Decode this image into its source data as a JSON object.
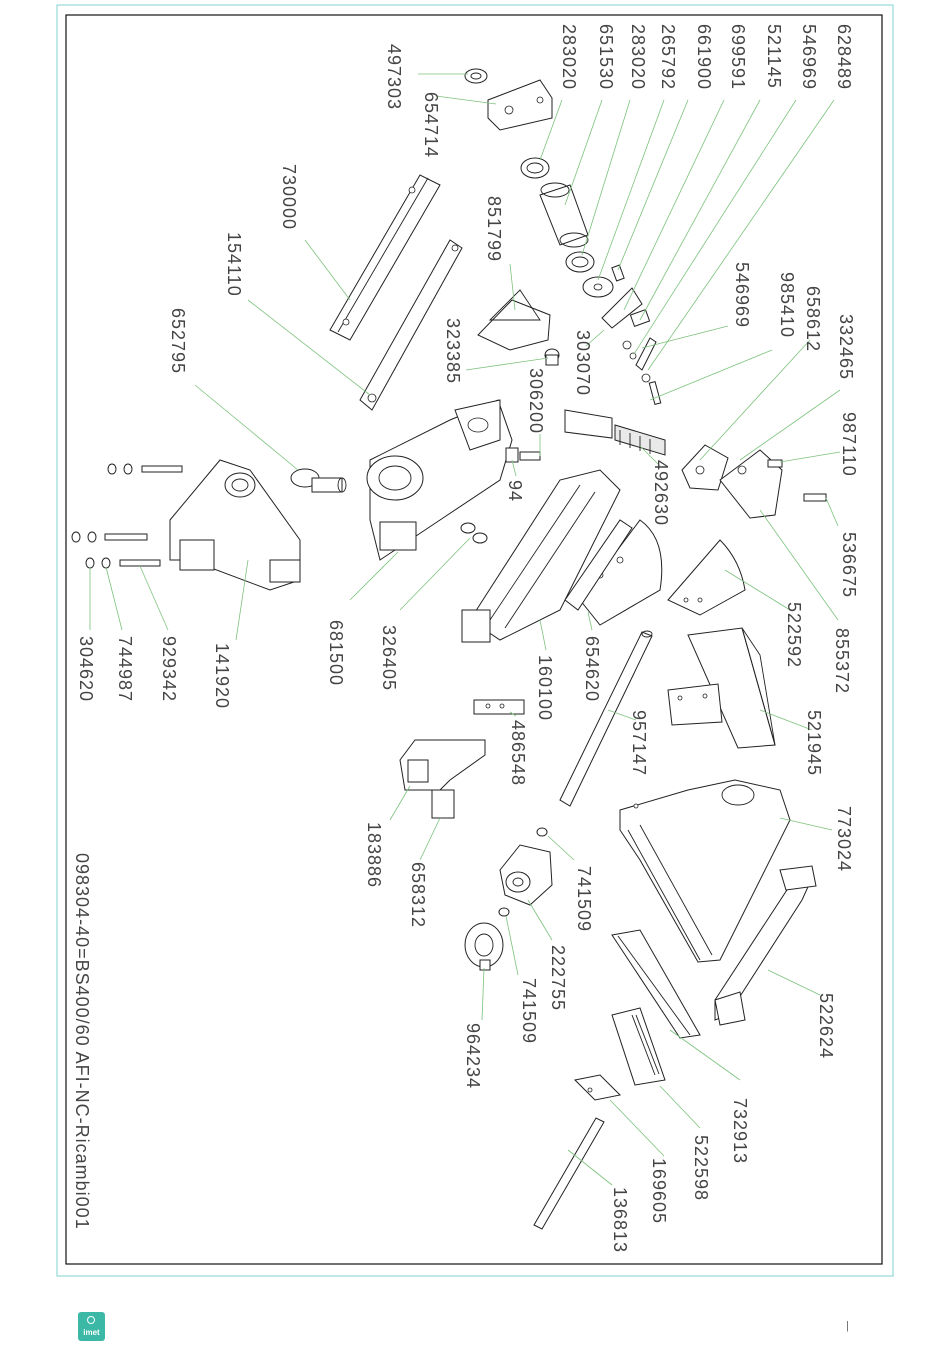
{
  "drawing": {
    "title": "098304-40=BS400/60 AFI-NC-Ricambi001",
    "part_numbers": [
      "497303",
      "654714",
      "283020",
      "651530",
      "283020",
      "265792",
      "661900",
      "699591",
      "521145",
      "546969",
      "628489",
      "730000",
      "851799",
      "154110",
      "323385",
      "303070",
      "546969",
      "985410",
      "658612",
      "332465",
      "306200",
      "652795",
      "987110",
      "492630",
      "94",
      "536675",
      "522592",
      "855372",
      "681500",
      "326405",
      "654620",
      "160100",
      "141920",
      "929342",
      "744987",
      "304620",
      "521945",
      "957147",
      "486548",
      "773024",
      "183886",
      "658312",
      "741509",
      "222755",
      "741509",
      "964234",
      "522624",
      "732913",
      "522598",
      "169605",
      "136813"
    ]
  },
  "footer": {
    "logo_text": "imet",
    "page_mark": "|"
  },
  "colors": {
    "frame": "#7fd3cf",
    "leader_lines": "#7cc27c",
    "logo": "#3bb8a6"
  }
}
